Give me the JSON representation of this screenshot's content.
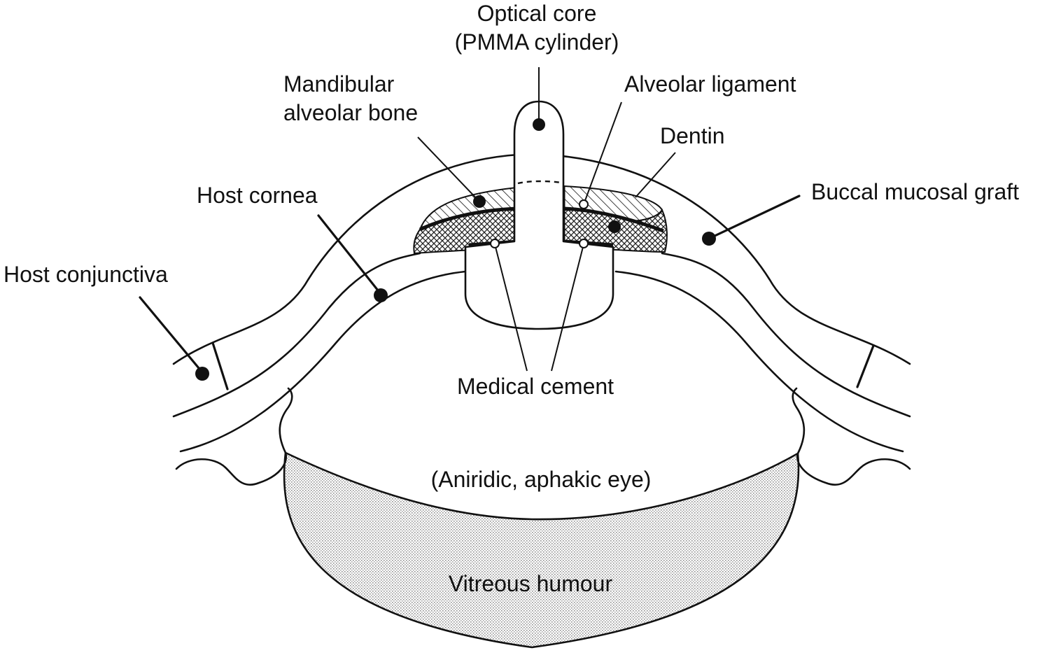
{
  "labels": {
    "optical_core_line1": "Optical core",
    "optical_core_line2": "(PMMA cylinder)",
    "mandibular_line1": "Mandibular",
    "mandibular_line2": "alveolar bone",
    "alveolar_ligament": "Alveolar ligament",
    "dentin": "Dentin",
    "host_cornea": "Host cornea",
    "buccal_mucosal_graft": "Buccal mucosal graft",
    "host_conjunctiva": "Host conjunctiva",
    "medical_cement": "Medical cement",
    "eye": "(Aniridic, aphakic eye)",
    "vitreous": "Vitreous humour"
  },
  "colors": {
    "line": "#111111",
    "background": "#ffffff",
    "vitreous_stipple": "#9a9a9a"
  }
}
